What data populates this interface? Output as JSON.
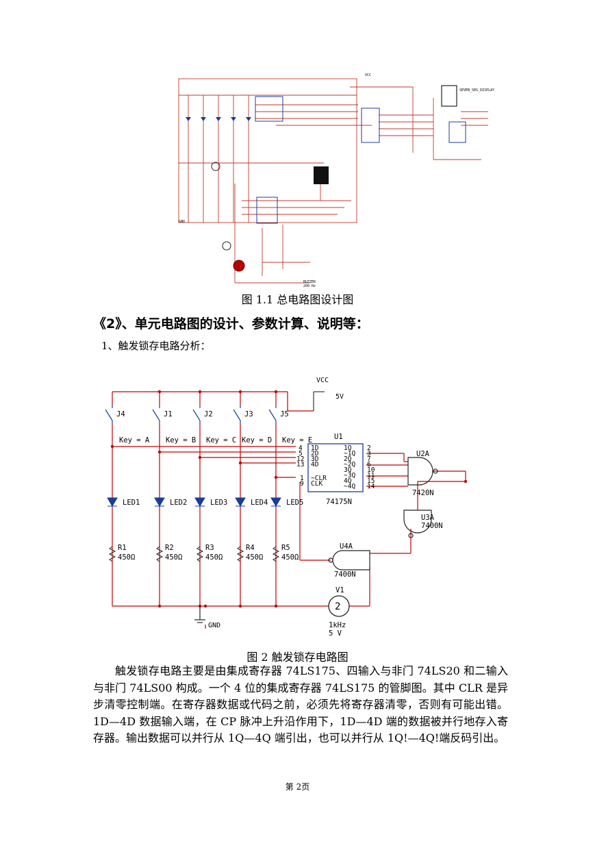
{
  "figure1": {
    "caption": "图 1.1 总电路图设计图",
    "labels": {
      "vcc": "VCC",
      "gnd": "GND",
      "seg_display": "SEVEN_SEG_DISPLAY",
      "buzzer": "BUZZER",
      "buzzer_freq": "200 Hz"
    }
  },
  "section": {
    "title": "《2》、单元电路图的设计、参数计算、说明等：",
    "subtitle": "1、触发锁存电路分析："
  },
  "figure2": {
    "caption": "图 2 触发锁存电路图",
    "vcc": "VCC",
    "vcc_value": "5V",
    "gnd": "GND",
    "switches": [
      "J4",
      "J1",
      "J2",
      "J3",
      "J5"
    ],
    "keys": [
      "Key = A",
      "Key = B",
      "Key = C",
      "Key = D",
      "Key = E"
    ],
    "leds": [
      "LED1",
      "LED2",
      "LED3",
      "LED4",
      "LED5"
    ],
    "resistors": [
      "R1",
      "R2",
      "R3",
      "R4",
      "R5"
    ],
    "resistor_value": "450Ω",
    "register": {
      "ref": "U1",
      "part": "74175N",
      "left_pins": [
        "4",
        "5",
        "12",
        "13",
        "1",
        "9"
      ],
      "left_names": [
        "1D",
        "2D",
        "3D",
        "4D",
        "~CLR",
        "CLK"
      ],
      "right_pins": [
        "2",
        "3",
        "7",
        "6",
        "10",
        "11",
        "15",
        "14"
      ],
      "right_names": [
        "1Q",
        "~1Q",
        "2Q",
        "~2Q",
        "3Q",
        "~3Q",
        "4Q",
        "~4Q"
      ]
    },
    "nand4": {
      "ref": "U2A",
      "part": "7420N"
    },
    "nand2a": {
      "ref": "U3A",
      "part": "7400N"
    },
    "nand2b": {
      "ref": "U4A",
      "part": "7400N"
    },
    "source": {
      "ref": "V1",
      "freq": "1kHz",
      "amp": "5 V"
    }
  },
  "paragraph": "触发锁存电路主要是由集成寄存器 74LS175、四输入与非门 74LS20 和二输入与非门 74LS00 构成。一个 4 位的集成寄存器 74LS175 的管脚图。其中 CLR 是异步清零控制端。在寄存器数据或代码之前，必须先将寄存器清零，否则有可能出错。1D—4D 数据输入端，在 CP 脉冲上升沿作用下，1D—4D 端的数据被并行地存入寄存器。输出数据可以并行从 1Q—4Q 端引出，也可以并行从 1Q!—4Q!端反码引出。",
  "footer": "第 2页"
}
